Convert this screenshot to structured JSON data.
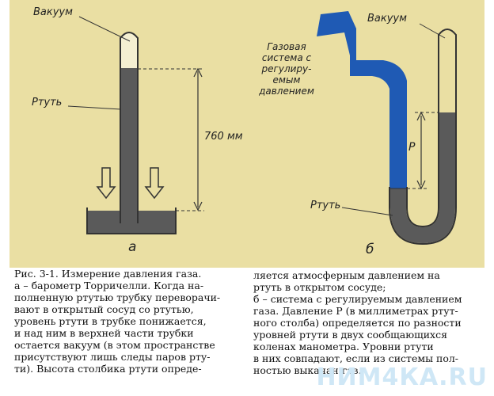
{
  "figure": {
    "labels": {
      "vacuum_left": "Вакуум",
      "mercury_left": "Ртуть",
      "height_value": "760 мм",
      "sub_a": "а",
      "vacuum_right": "Вакуум",
      "gas_system": "Газовая система с регулиру-емым давлением",
      "pressure_letter": "P",
      "mercury_right": "Ртуть",
      "sub_b": "б"
    },
    "colors": {
      "background": "#eadfa3",
      "mercury": "#5a5a5a",
      "gas": "#1f5ab4"
    }
  },
  "caption": {
    "title": "Рис. 3-1. Измерение давления газа.",
    "col1": [
      "а – барометр Торричелли. Когда на-",
      "полненную ртутью трубку переворачи-",
      "вают в открытый сосуд со ртутью,",
      "уровень ртути в трубке понижается,",
      "и над ним в верхней части трубки",
      "остается вакуум (в этом пространстве",
      "присутствуют лишь следы паров рту-",
      "ти). Высота столбика ртути опреде-"
    ],
    "col2": [
      "ляется атмосферным давлением на",
      "ртуть в открытом сосуде;",
      "б – система с регулируемым давлением",
      "газа. Давление P (в миллиметрах ртут-",
      "ного столба) определяется по разности",
      "уровней ртути в двух сообщающихся",
      "коленах манометра. Уровни ртути",
      "в них совпадают, если из системы пол-",
      "ностью выкачан газ."
    ]
  },
  "watermark": "НИМ4КА.RU"
}
